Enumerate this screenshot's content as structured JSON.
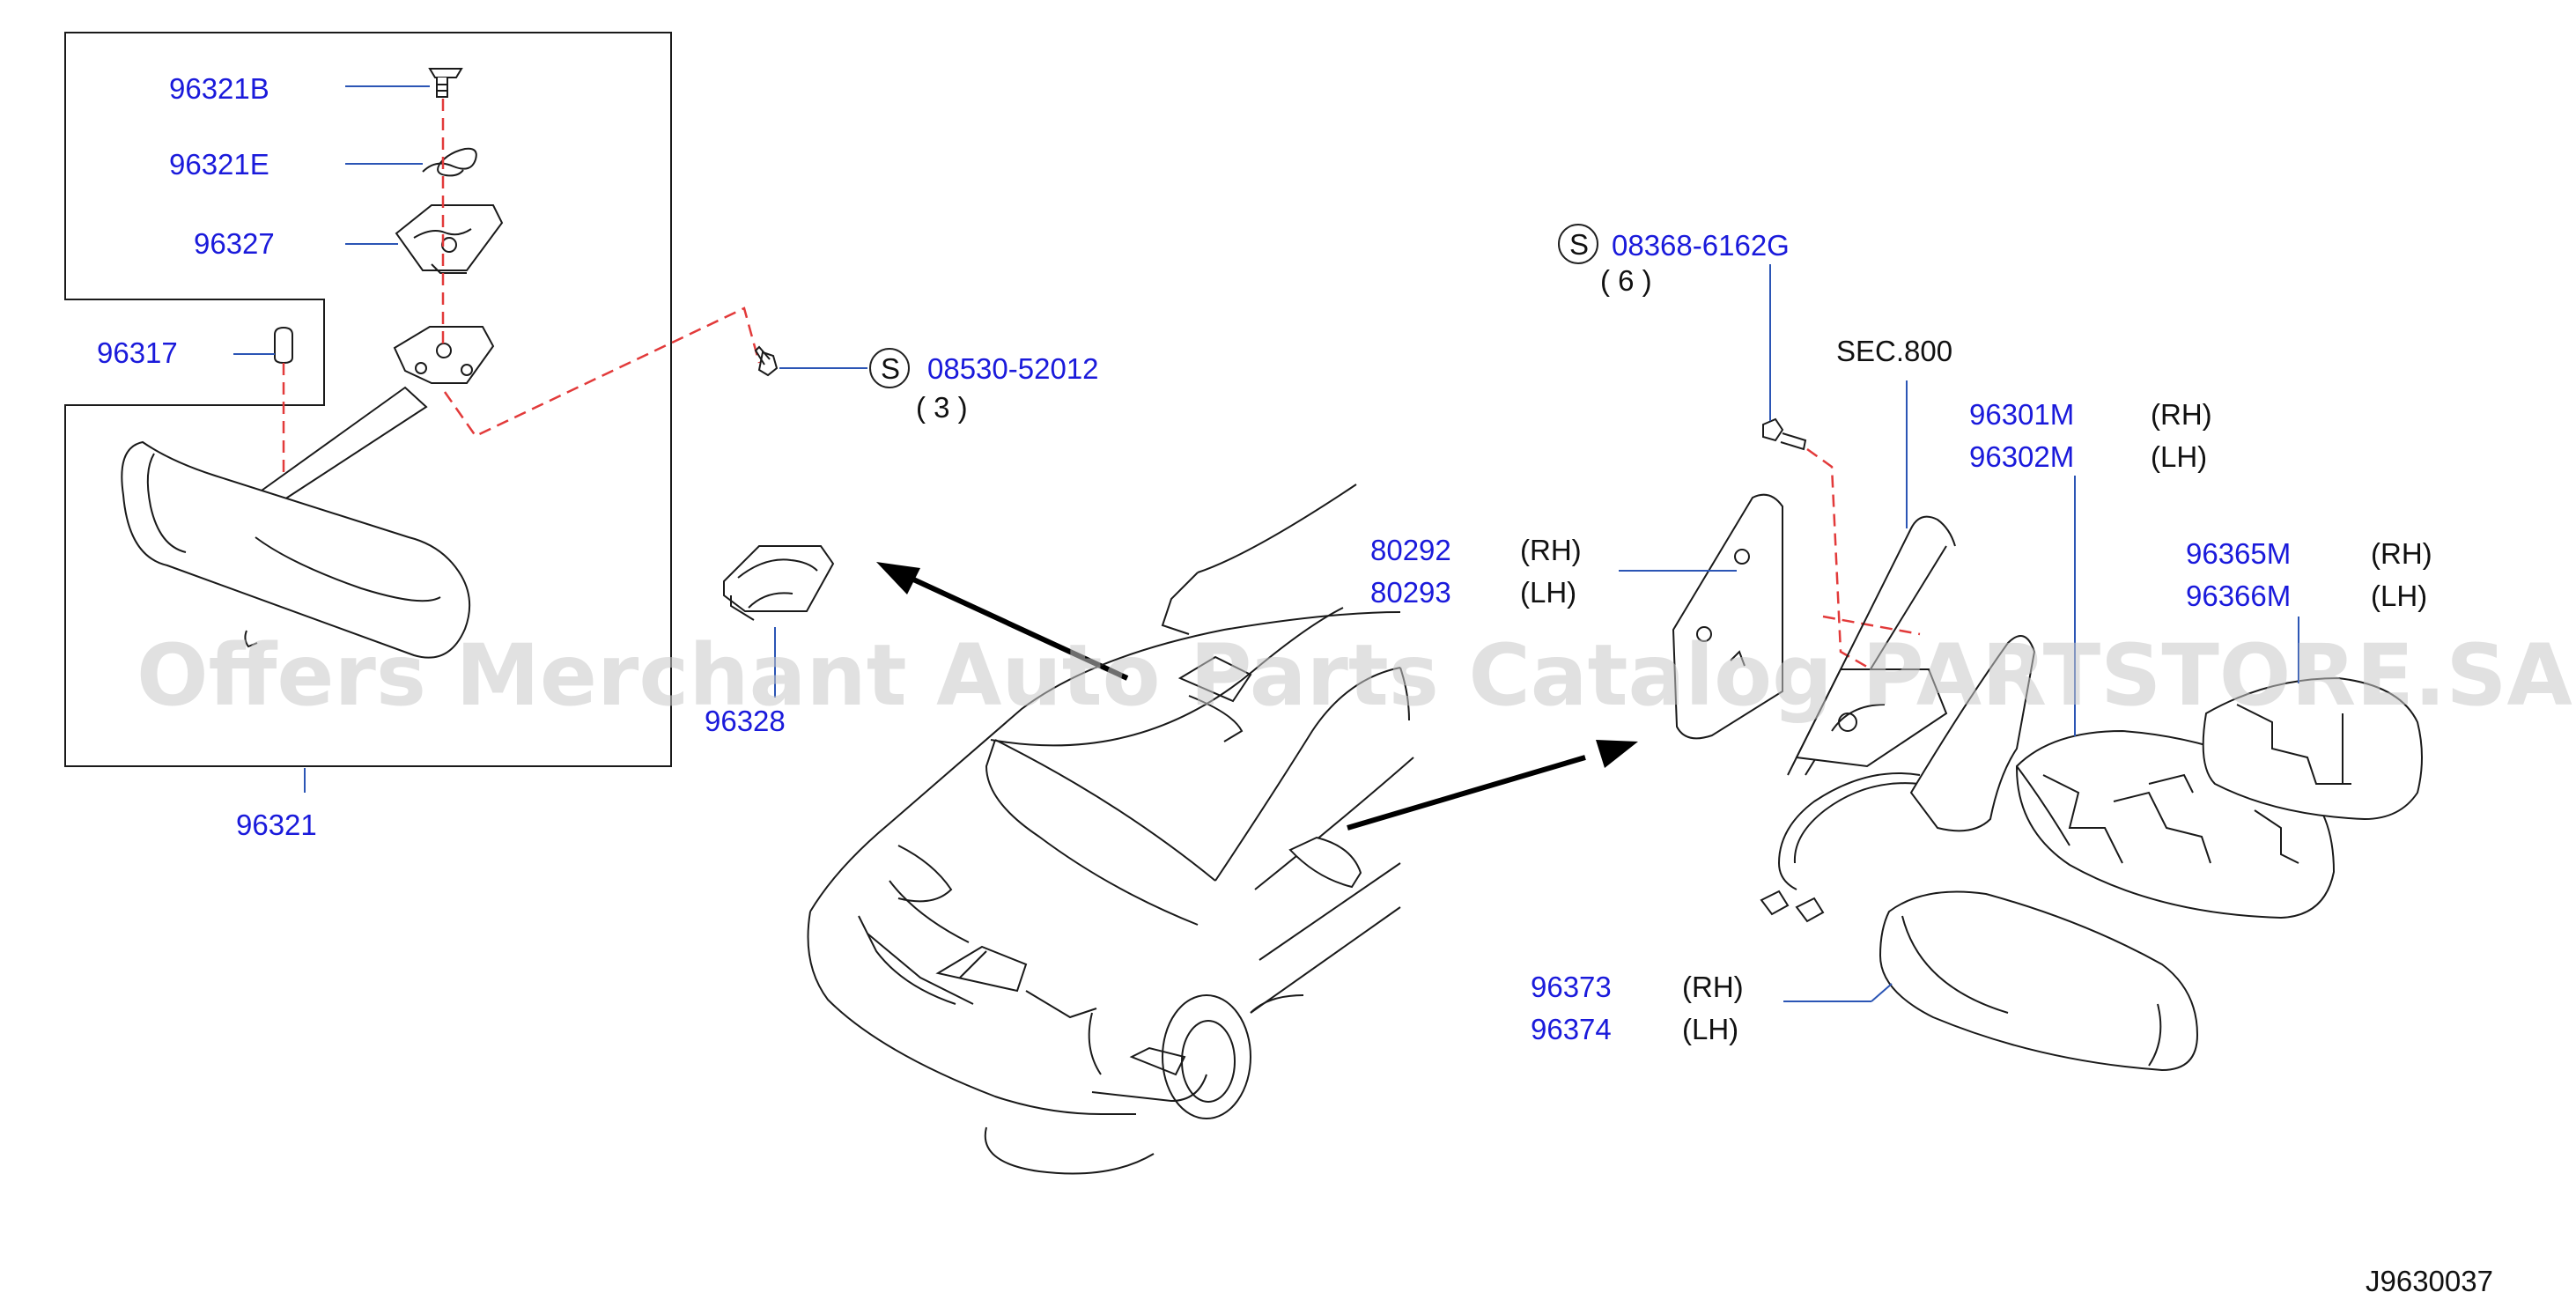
{
  "diagram_id": "J9630037",
  "watermark": "Offers Merchant Auto Parts Catalog PARTSTORE.SA",
  "section_ref": "SEC.800",
  "screw_symbol": "S",
  "parts": {
    "p96321B": "96321B",
    "p96321E": "96321E",
    "p96327": "96327",
    "p96317": "96317",
    "p96321": "96321",
    "p96328": "96328",
    "bolt1_no": "08530-52012",
    "bolt1_qty": "( 3 )",
    "bolt2_no": "08368-6162G",
    "bolt2_qty": "( 6 )",
    "p96301M": "96301M",
    "p96302M": "96302M",
    "p80292": "80292",
    "p80293": "80293",
    "p96365M": "96365M",
    "p96366M": "96366M",
    "p96373": "96373",
    "p96374": "96374"
  },
  "sides": {
    "rh": "(RH)",
    "lh": "(LH)"
  }
}
